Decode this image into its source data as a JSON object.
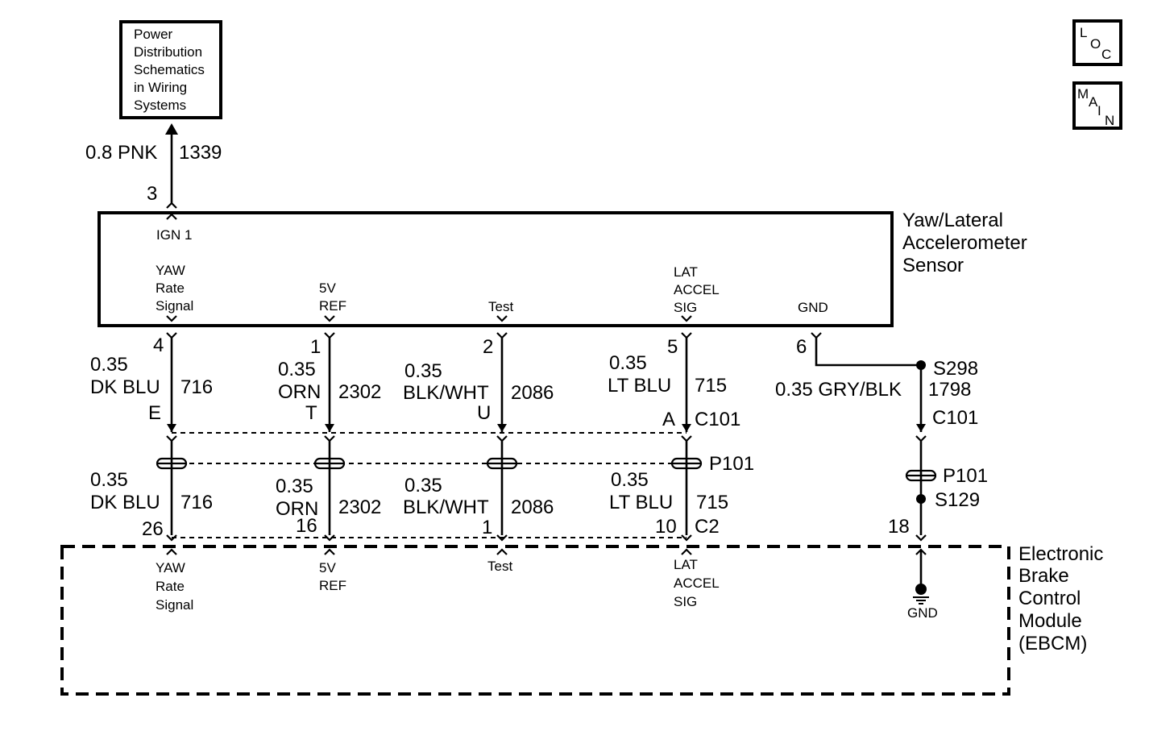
{
  "buttons": {
    "loc": {
      "l1": "L",
      "l2": "O",
      "l3": "C"
    },
    "main": {
      "l1": "M",
      "l2": "A",
      "l3": "I",
      "l4": "N"
    }
  },
  "power_box": {
    "lines": [
      "Power",
      "Distribution",
      "Schematics",
      "in Wiring",
      "Systems"
    ]
  },
  "ign_wire": {
    "gauge_color": "0.8 PNK",
    "circuit": "1339",
    "pin": "3",
    "terminal": "IGN 1"
  },
  "sensor": {
    "title_lines": [
      "Yaw/Lateral",
      "Accelerometer",
      "Sensor"
    ],
    "terminals": {
      "yaw": [
        "YAW",
        "Rate",
        "Signal"
      ],
      "ref": [
        "5V",
        "REF"
      ],
      "test": [
        "Test"
      ],
      "lat": [
        "LAT",
        "ACCEL",
        "SIG"
      ],
      "gnd": [
        "GND"
      ]
    }
  },
  "upper_wires": {
    "yaw": {
      "pin": "4",
      "gauge": "0.35",
      "color": "DK BLU",
      "circuit": "716",
      "c101_pin": "E"
    },
    "ref": {
      "pin": "1",
      "gauge": "0.35",
      "color": "ORN",
      "circuit": "2302",
      "c101_pin": "T"
    },
    "test": {
      "pin": "2",
      "gauge": "0.35",
      "color": "BLK/WHT",
      "circuit": "2086",
      "c101_pin": "U"
    },
    "lat": {
      "pin": "5",
      "gauge": "0.35",
      "color": "LT BLU",
      "circuit": "715",
      "c101_pin": "A"
    },
    "gnd": {
      "pin": "6",
      "gauge_color": "0.35 GRY/BLK",
      "circuit": "1798",
      "splice": "S298"
    }
  },
  "connectors": {
    "c101": "C101",
    "p101": "P101",
    "c101_gnd": "C101",
    "p101_gnd": "P101",
    "s129": "S129",
    "c2": "C2"
  },
  "lower_wires": {
    "yaw": {
      "gauge": "0.35",
      "color": "DK BLU",
      "circuit": "716",
      "pin": "26"
    },
    "ref": {
      "gauge": "0.35",
      "color": "ORN",
      "circuit": "2302",
      "pin": "16"
    },
    "test": {
      "gauge": "0.35",
      "color": "BLK/WHT",
      "circuit": "2086",
      "pin": "1"
    },
    "lat": {
      "gauge": "0.35",
      "color": "LT BLU",
      "circuit": "715",
      "pin": "10"
    },
    "gnd": {
      "pin": "18"
    }
  },
  "ebcm": {
    "title_lines": [
      "Electronic",
      "Brake",
      "Control",
      "Module",
      "(EBCM)"
    ],
    "terminals": {
      "yaw": [
        "YAW",
        "Rate",
        "Signal"
      ],
      "ref": [
        "5V",
        "REF"
      ],
      "test": [
        "Test"
      ],
      "lat": [
        "LAT",
        "ACCEL",
        "SIG"
      ],
      "gnd": [
        "GND"
      ]
    }
  }
}
